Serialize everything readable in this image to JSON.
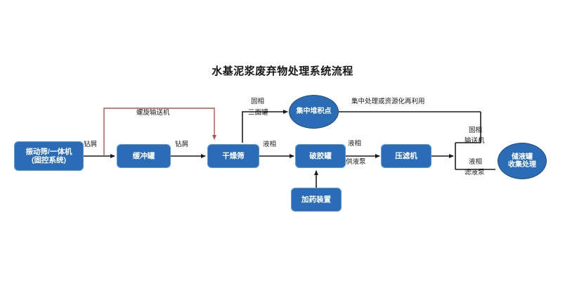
{
  "diagram": {
    "title": "水基泥浆废弃物处理系统流程",
    "background_color": "#ffffff",
    "node_fill_color": "#2b6cb8",
    "node_border_color": "#5b9bd5",
    "ellipse_fill_color": "#2a6cb5",
    "ellipse_border_color": "#1f4e79",
    "arrow_color": "#1a1a1a",
    "recycle_arrow_color": "#c0504d"
  },
  "nodes": {
    "shaker": {
      "label": "振动筛/一体机\n(固控系统)"
    },
    "buffer_tank": {
      "label": "缓冲罐"
    },
    "drying_screen": {
      "label": "干燥筛"
    },
    "gel_breaking_tank": {
      "label": "破胶罐"
    },
    "filter_press": {
      "label": "压滤机"
    },
    "dosing_device": {
      "label": "加药装置"
    },
    "stockpile_point": {
      "label": "集中堆积点"
    },
    "liquid_storage_tank": {
      "label": "储液罐\n收集处理"
    }
  },
  "edge_labels": {
    "shaker_to_buffer": "钻屑",
    "buffer_to_drying": "钻屑",
    "screw_conveyor": "螺旋输送机",
    "drying_to_stockpile_1": "固相",
    "drying_to_stockpile_2": "三面罐",
    "drying_to_gel": "液相",
    "gel_to_press_1": "液相",
    "gel_to_press_2": "供液泵",
    "stockpile_out": "集中处理或资源化再利用",
    "press_solid_1": "固相",
    "press_solid_2": "输送机",
    "press_liquid_1": "液相",
    "press_liquid_2": "滤液泵"
  }
}
